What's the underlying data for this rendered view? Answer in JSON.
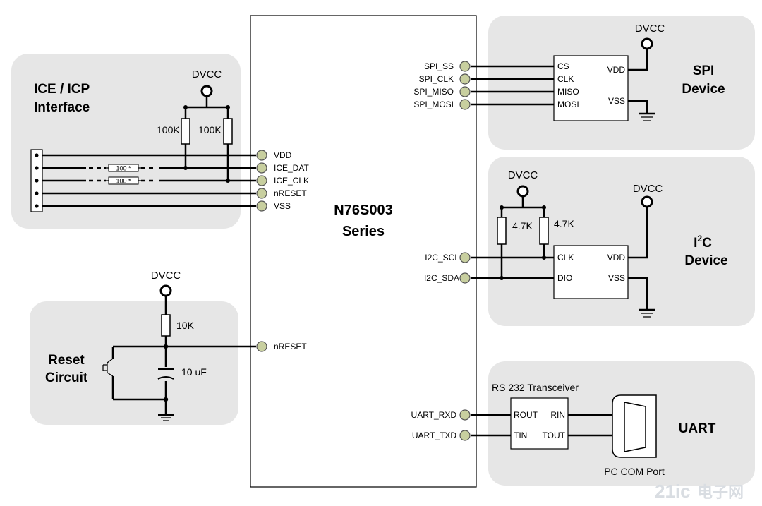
{
  "mcu": {
    "line1": "N76S003",
    "line2": "Series"
  },
  "ice": {
    "title_line1": "ICE / ICP",
    "title_line2": "Interface",
    "supply": "DVCC",
    "pullup_left": "100K",
    "pullup_right": "100K",
    "series_res_1": "100 *",
    "series_res_2": "100 *",
    "pins": [
      "VDD",
      "ICE_DAT",
      "ICE_CLK",
      "nRESET",
      "VSS"
    ]
  },
  "reset": {
    "title_line1": "Reset",
    "title_line2": "Circuit",
    "supply": "DVCC",
    "resistor": "10K",
    "capacitor": "10 uF",
    "pin": "nRESET"
  },
  "spi": {
    "title_line1": "SPI",
    "title_line2": "Device",
    "supply": "DVCC",
    "mcu_pins": [
      "SPI_SS",
      "SPI_CLK",
      "SPI_MISO",
      "SPI_MOSI"
    ],
    "device_pins": [
      "CS",
      "CLK",
      "MISO",
      "MOSI"
    ],
    "vdd": "VDD",
    "vss": "VSS"
  },
  "i2c": {
    "title_prefix": "I",
    "title_sup": "2",
    "title_suffix": "C",
    "title_line2": "Device",
    "supply_pullup": "DVCC",
    "supply_device": "DVCC",
    "pullup_left": "4.7K",
    "pullup_right": "4.7K",
    "mcu_pins": [
      "I2C_SCL",
      "I2C_SDA"
    ],
    "device_pins": [
      "CLK",
      "DIO"
    ],
    "vdd": "VDD",
    "vss": "VSS"
  },
  "uart": {
    "title": "UART",
    "transceiver": "RS 232 Transceiver",
    "mcu_pins": [
      "UART_RXD",
      "UART_TXD"
    ],
    "left_pins": [
      "ROUT",
      "TIN"
    ],
    "right_pins": [
      "RIN",
      "TOUT"
    ],
    "port": "PC COM Port"
  },
  "watermark": {
    "brand": "21ic",
    "cn": "电子网"
  }
}
